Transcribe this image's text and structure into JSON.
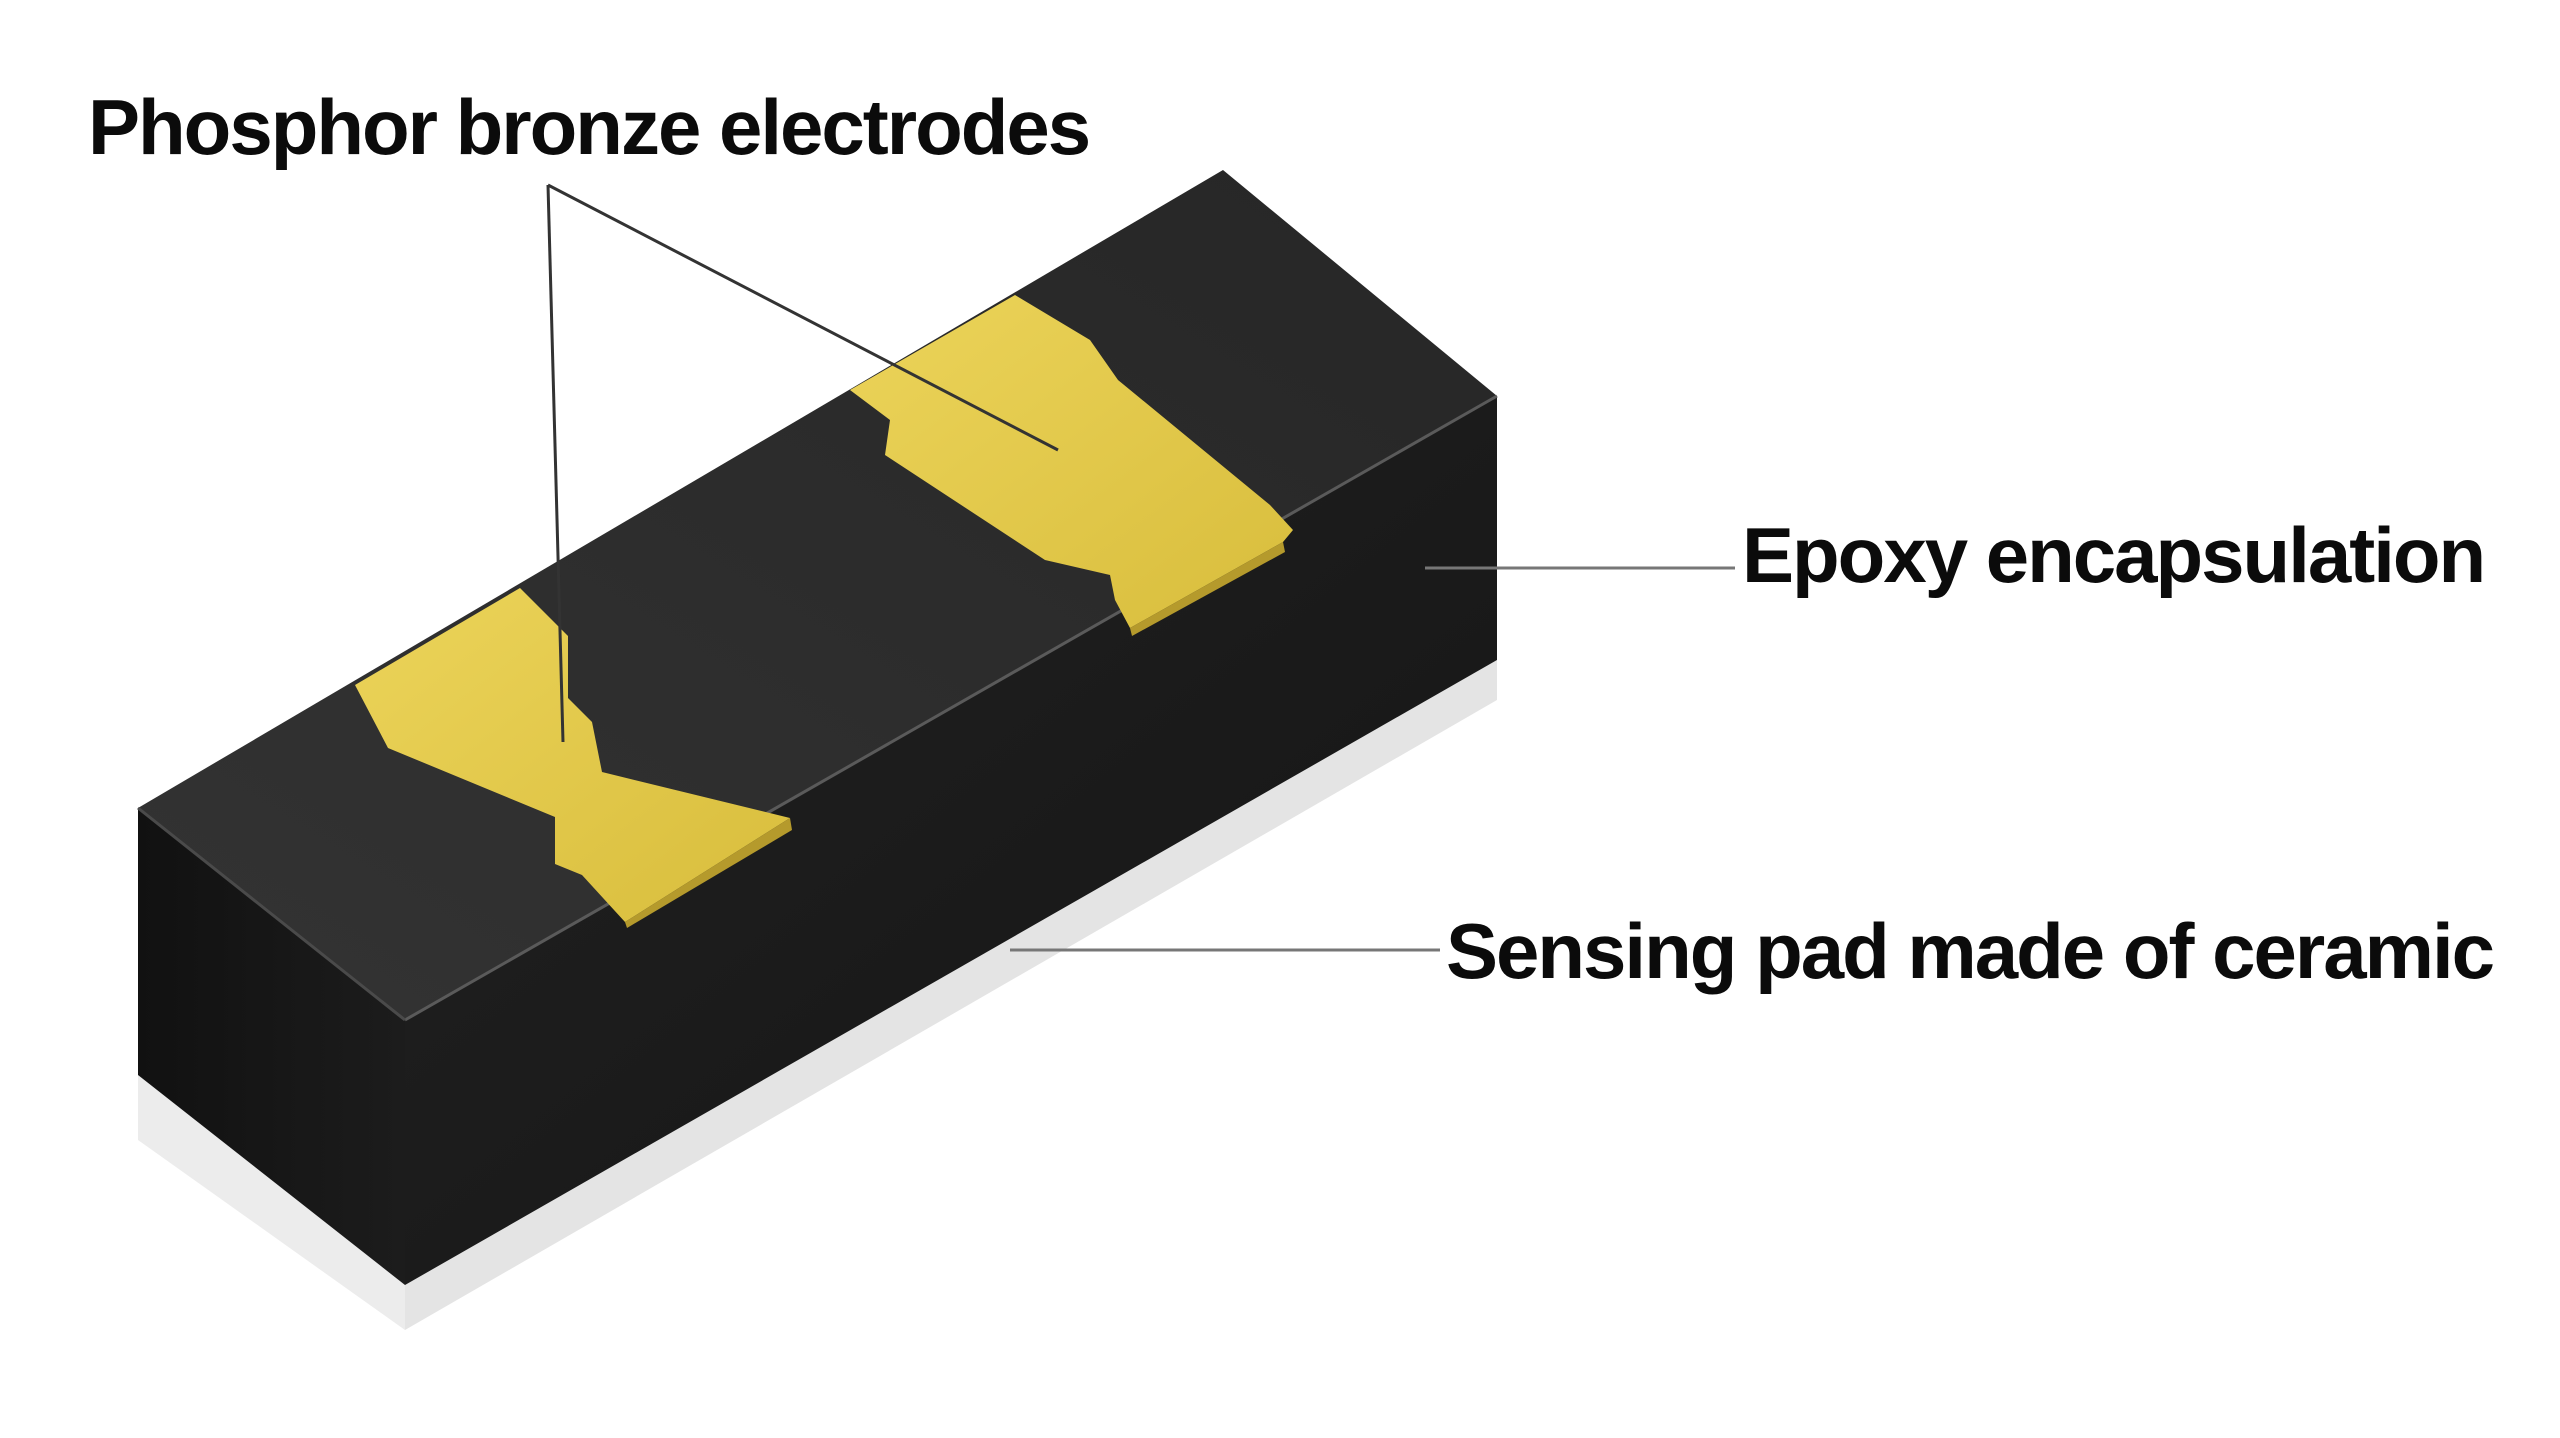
{
  "labels": {
    "electrodes": "Phosphor bronze electrodes",
    "epoxy": "Epoxy encapsulation",
    "sensing_pad": "Sensing pad made of ceramic"
  },
  "colors": {
    "epoxy_top": "#2f2f2f",
    "epoxy_front": "#1b1b1b",
    "epoxy_side": "#141414",
    "electrode": "#e2c94a",
    "ceramic": "#e6e6e6",
    "leader_line": "#333333",
    "text": "#0b0b0b"
  }
}
